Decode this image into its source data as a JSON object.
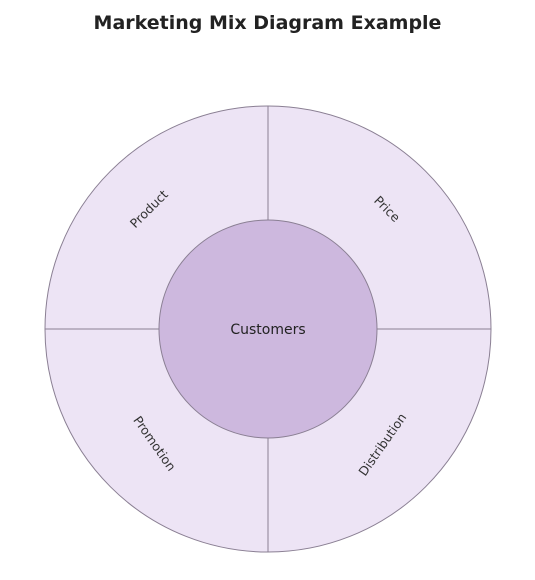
{
  "title": "Marketing Mix Diagram Example",
  "center": {
    "label": "Customers"
  },
  "segments": [
    {
      "label": "Product"
    },
    {
      "label": "Price"
    },
    {
      "label": "Distribution"
    },
    {
      "label": "Promotion"
    }
  ],
  "colors": {
    "outer_fill": "#ede4f5",
    "center_fill": "#cdb8de",
    "stroke": "#8a7f93"
  }
}
